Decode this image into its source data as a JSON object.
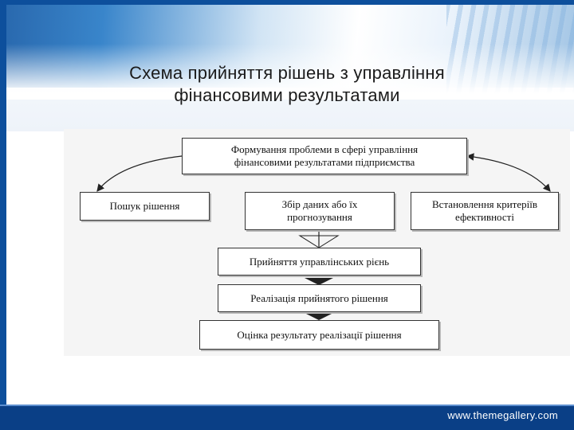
{
  "slide": {
    "title_line1": "Схема прийняття рішень з управління",
    "title_line2": "фінансовими результатами",
    "footer_url": "www.themegallery.com"
  },
  "diagram": {
    "top_box": {
      "line1": "Формування проблеми в сфері управління",
      "line2": "фінансовими результатами підприємства"
    },
    "left_box": "Пошук рішення",
    "middle_box": {
      "line1": "Збір даних або їх",
      "line2": "прогнозування"
    },
    "right_box": {
      "line1": "Встановлення критеріїв",
      "line2": "ефективності"
    },
    "step1": "Прийняття управлінських рієнь",
    "step2": "Реалізація прийнятого рішення",
    "step3": "Оцінка результату реалізації рішення"
  },
  "colors": {
    "brand_blue": "#0a3f86",
    "accent_blue": "#2f7fc8"
  }
}
